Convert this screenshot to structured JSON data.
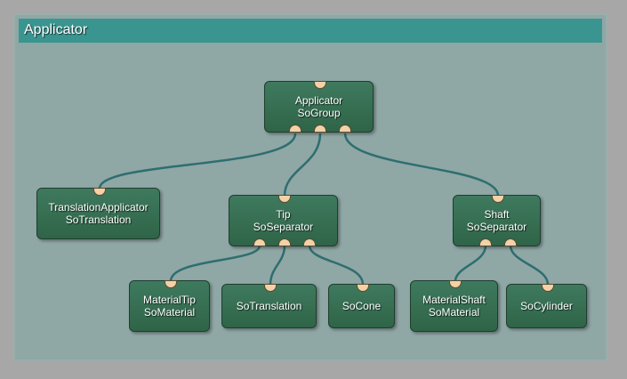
{
  "window": {
    "title": "Applicator"
  },
  "colors": {
    "node": "#3f7a5e",
    "wire": "#2e6e70",
    "port": "#f3d2a8",
    "titlebar": "#3a9590",
    "canvas": "#8fa7a5"
  },
  "nodes": [
    {
      "id": "applicator",
      "name": "Applicator",
      "type": "SoGroup"
    },
    {
      "id": "translation-applicator",
      "name": "TranslationApplicator",
      "type": "SoTranslation"
    },
    {
      "id": "tip",
      "name": "Tip",
      "type": "SoSeparator"
    },
    {
      "id": "shaft",
      "name": "Shaft",
      "type": "SoSeparator"
    },
    {
      "id": "material-tip",
      "name": "MaterialTip",
      "type": "SoMaterial"
    },
    {
      "id": "so-translation",
      "name": "",
      "type": "SoTranslation"
    },
    {
      "id": "so-cone",
      "name": "",
      "type": "SoCone"
    },
    {
      "id": "material-shaft",
      "name": "MaterialShaft",
      "type": "SoMaterial"
    },
    {
      "id": "so-cylinder",
      "name": "",
      "type": "SoCylinder"
    }
  ],
  "edges": [
    {
      "from": "applicator",
      "to": "translation-applicator"
    },
    {
      "from": "applicator",
      "to": "tip"
    },
    {
      "from": "applicator",
      "to": "shaft"
    },
    {
      "from": "tip",
      "to": "material-tip"
    },
    {
      "from": "tip",
      "to": "so-translation"
    },
    {
      "from": "tip",
      "to": "so-cone"
    },
    {
      "from": "shaft",
      "to": "material-shaft"
    },
    {
      "from": "shaft",
      "to": "so-cylinder"
    }
  ]
}
